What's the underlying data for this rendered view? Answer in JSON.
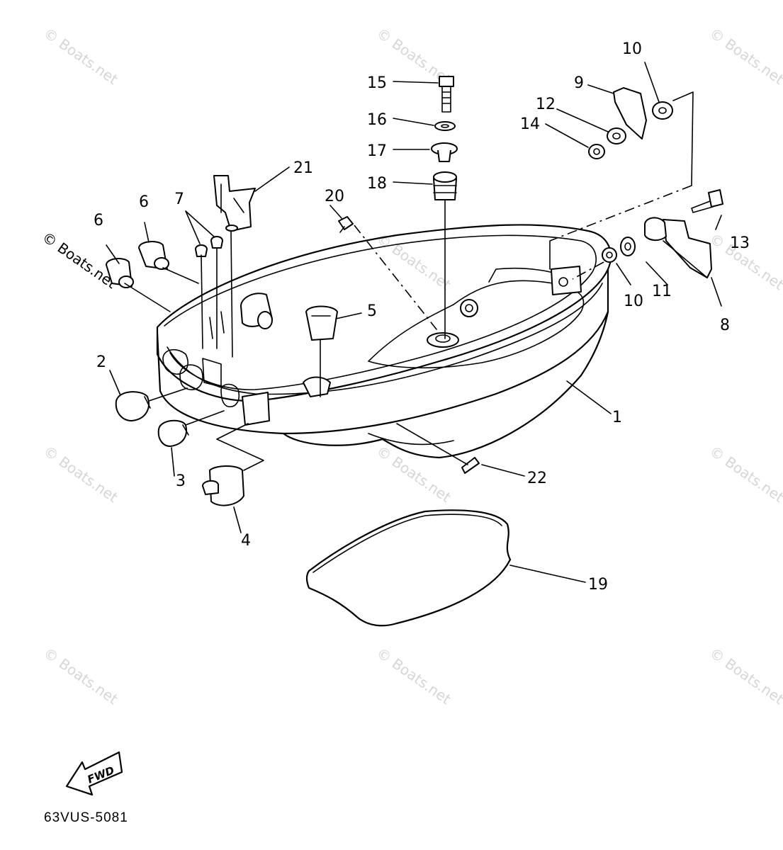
{
  "diagram": {
    "code": "63VUS-5081",
    "fwd_label": "FWD",
    "watermark": "© Boats.net",
    "callouts": [
      {
        "id": "c1",
        "label": "1"
      },
      {
        "id": "c2",
        "label": "2"
      },
      {
        "id": "c3",
        "label": "3"
      },
      {
        "id": "c4",
        "label": "4"
      },
      {
        "id": "c5",
        "label": "5"
      },
      {
        "id": "c6a",
        "label": "6"
      },
      {
        "id": "c6b",
        "label": "6"
      },
      {
        "id": "c7",
        "label": "7"
      },
      {
        "id": "c8",
        "label": "8"
      },
      {
        "id": "c9",
        "label": "9"
      },
      {
        "id": "c10a",
        "label": "10"
      },
      {
        "id": "c10b",
        "label": "10"
      },
      {
        "id": "c11",
        "label": "11"
      },
      {
        "id": "c12",
        "label": "12"
      },
      {
        "id": "c13",
        "label": "13"
      },
      {
        "id": "c14",
        "label": "14"
      },
      {
        "id": "c15",
        "label": "15"
      },
      {
        "id": "c16",
        "label": "16"
      },
      {
        "id": "c17",
        "label": "17"
      },
      {
        "id": "c18",
        "label": "18"
      },
      {
        "id": "c19",
        "label": "19"
      },
      {
        "id": "c20",
        "label": "20"
      },
      {
        "id": "c21",
        "label": "21"
      },
      {
        "id": "c22",
        "label": "22"
      }
    ]
  }
}
